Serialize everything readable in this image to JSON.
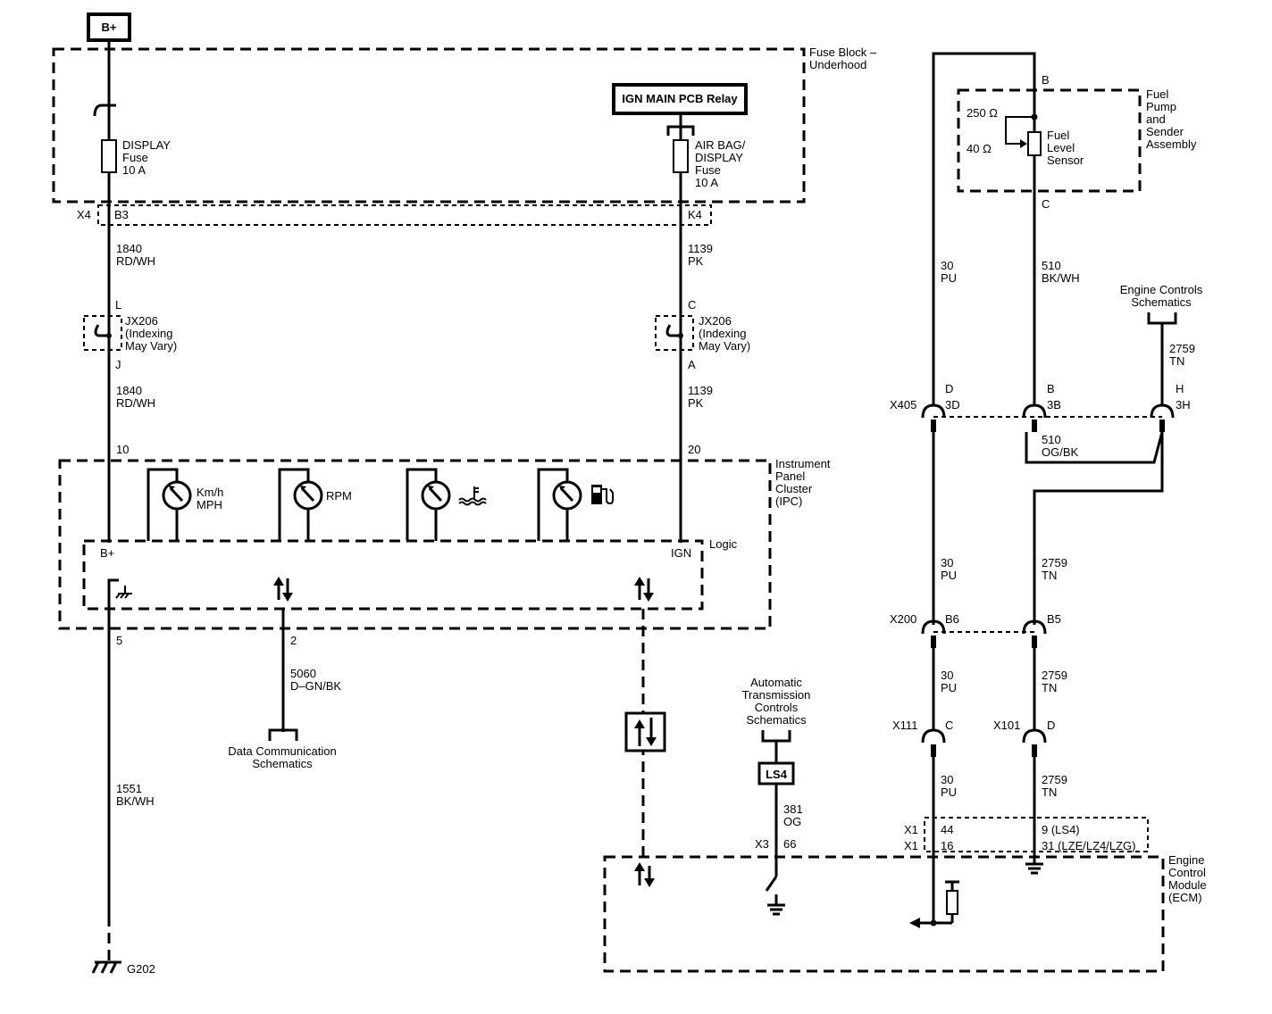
{
  "supply": "B+",
  "fuse_block": {
    "label_line1": "Fuse Block –",
    "label_line2": "Underhood",
    "relay": "IGN MAIN PCB Relay",
    "display_fuse": [
      "DISPLAY",
      "Fuse",
      "10 A"
    ],
    "airbag_fuse": [
      "AIR BAG/",
      "DISPLAY",
      "Fuse",
      "10 A"
    ],
    "connector": "X4",
    "pin_left": "B3",
    "pin_right": "K4"
  },
  "wires": {
    "w1840": [
      "1840",
      "RD/WH"
    ],
    "w1139": [
      "1139",
      "PK"
    ],
    "w1551": [
      "1551",
      "BK/WH"
    ],
    "w5060": [
      "5060",
      "D–GN/BK"
    ],
    "w381": [
      "381",
      "OG"
    ],
    "w30": [
      "30",
      "PU"
    ],
    "w510a": [
      "510",
      "BK/WH"
    ],
    "w510b": [
      "510",
      "OG/BK"
    ],
    "w2759": [
      "2759",
      "TN"
    ]
  },
  "splice": {
    "name": [
      "JX206",
      "(Indexing",
      "May Vary)"
    ],
    "left_top": "L",
    "left_bottom": "J",
    "right_top": "C",
    "right_bottom": "A"
  },
  "ipc": {
    "label": [
      "Instrument",
      "Panel",
      "Cluster",
      "(IPC)"
    ],
    "logic": "Logic",
    "pin_bplus": "10",
    "pin_ign": "20",
    "bplus": "B+",
    "ign": "IGN",
    "gauge_speed": [
      "Km/h",
      "MPH"
    ],
    "gauge_rpm": "RPM",
    "pin_gnd": "5",
    "pin_data": "2"
  },
  "data_comm": [
    "Data Communication",
    "Schematics"
  ],
  "ground": "G202",
  "fuel_pump": {
    "label": [
      "Fuel",
      "Pump",
      "and",
      "Sender",
      "Assembly"
    ],
    "sensor": [
      "Fuel",
      "Level",
      "Sensor"
    ],
    "r_high": "250 Ω",
    "r_low": "40 Ω",
    "pin_b": "B",
    "pin_c": "C"
  },
  "engine_controls": [
    "Engine Controls",
    "Schematics"
  ],
  "x405": {
    "name": "X405",
    "pins": [
      "D",
      "3D",
      "B",
      "3B",
      "H",
      "3H"
    ]
  },
  "x200": {
    "name": "X200",
    "pins": [
      "B6",
      "B5"
    ]
  },
  "x111": {
    "name": "X111",
    "pin": "C"
  },
  "x101": {
    "name": "X101",
    "pin": "D"
  },
  "atc": {
    "label": [
      "Automatic",
      "Transmission",
      "Controls",
      "Schematics"
    ],
    "option": "LS4"
  },
  "ecm": {
    "label": [
      "Engine",
      "Control",
      "Module",
      "(ECM)"
    ],
    "x3": "X3",
    "x3_pin": "66",
    "x1a": "X1",
    "x1b": "X1",
    "pin44": "44",
    "pin16": "16",
    "pin9": "9 (LS4)",
    "pin31": "31 (LZE/LZ4/LZG)"
  }
}
